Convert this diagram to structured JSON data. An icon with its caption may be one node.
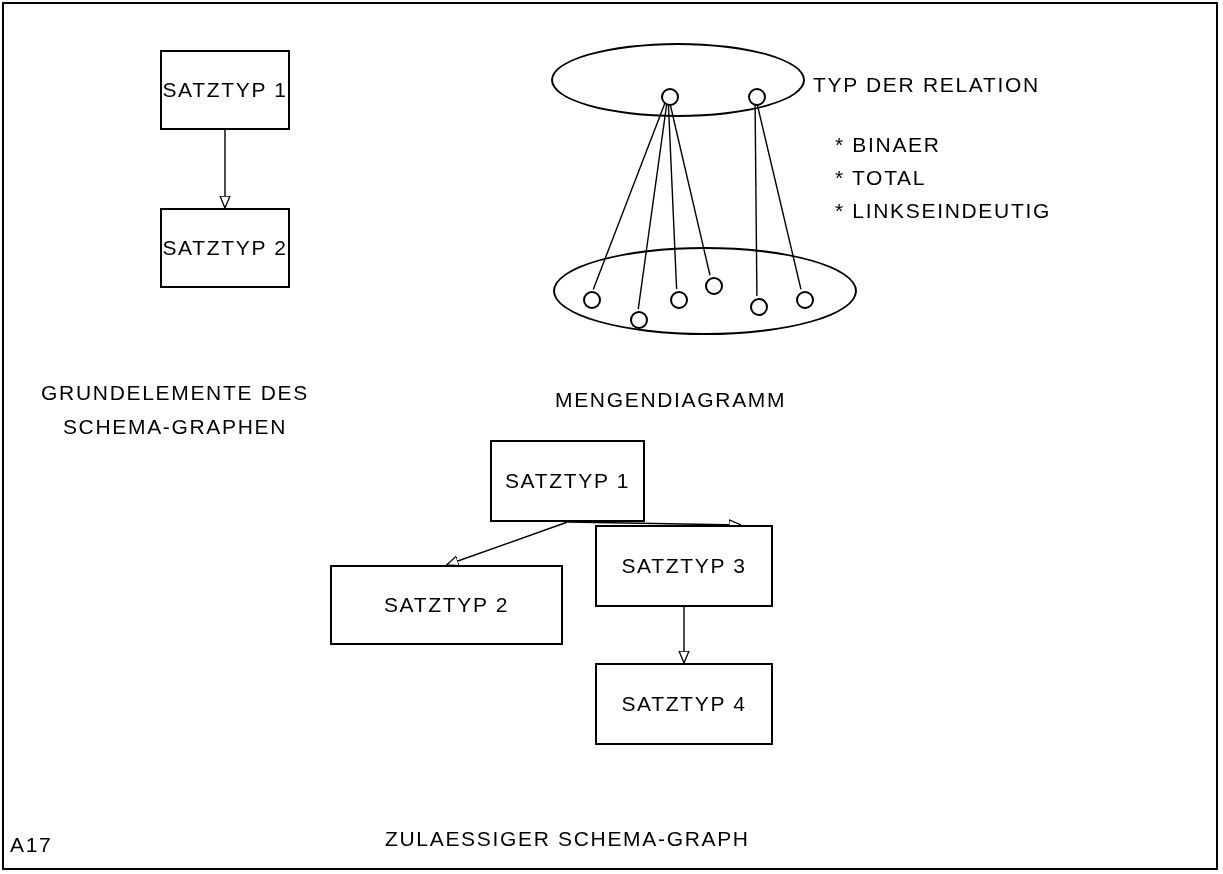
{
  "diagram": {
    "nodes": [
      {
        "text": [
          "SATZTYP 1"
        ]
      },
      {
        "text": [
          "SATZTYP 2"
        ]
      },
      {
        "text": [],
        "shape": "ellipse",
        "beside": [
          "TYP DER RELATION"
        ]
      },
      {
        "text": [],
        "shape": "circle",
        "in": 2
      },
      {
        "text": [],
        "shape": "circle",
        "in": 2
      },
      {
        "text": [],
        "shape": "ellipse"
      },
      {
        "text": [],
        "shape": "circle",
        "in": 5
      },
      {
        "text": [],
        "shape": "circle",
        "in": 5
      },
      {
        "text": [],
        "shape": "circle",
        "in": 5
      },
      {
        "text": [],
        "shape": "circle",
        "in": 5
      },
      {
        "text": [],
        "shape": "circle",
        "in": 5
      },
      {
        "text": [],
        "shape": "circle",
        "in": 5
      },
      {
        "text": [
          "SATZTYP 1"
        ]
      },
      {
        "text": [
          "SATZTYP 2"
        ]
      },
      {
        "text": [
          "SATZTYP 3"
        ]
      },
      {
        "text": [
          "SATZTYP 4"
        ]
      }
    ],
    "edges": [
      {
        "from": 0,
        "to": 1,
        "arrow": "to"
      },
      {
        "from": 3,
        "to": 6,
        "arrow": "none"
      },
      {
        "from": 3,
        "to": 7,
        "arrow": "none"
      },
      {
        "from": 3,
        "to": 8,
        "arrow": "none"
      },
      {
        "from": 3,
        "to": 9,
        "arrow": "none"
      },
      {
        "from": 4,
        "to": 10,
        "arrow": "none"
      },
      {
        "from": 4,
        "to": 11,
        "arrow": "none"
      },
      {
        "from": 12,
        "to": 13,
        "arrow": "to"
      },
      {
        "from": 12,
        "to": 14,
        "arrow": "to"
      },
      {
        "from": 14,
        "to": 15,
        "arrow": "to"
      }
    ],
    "labels": [
      "* BINAER",
      "* TOTAL",
      "* LINKSEINDEUTIG",
      "GRUNDELEMENTE DES SCHEMA-GRAPHEN",
      "MENGENDIAGRAMM",
      "ZULAESSIGER SCHEMA-GRAPH",
      "A17"
    ]
  }
}
